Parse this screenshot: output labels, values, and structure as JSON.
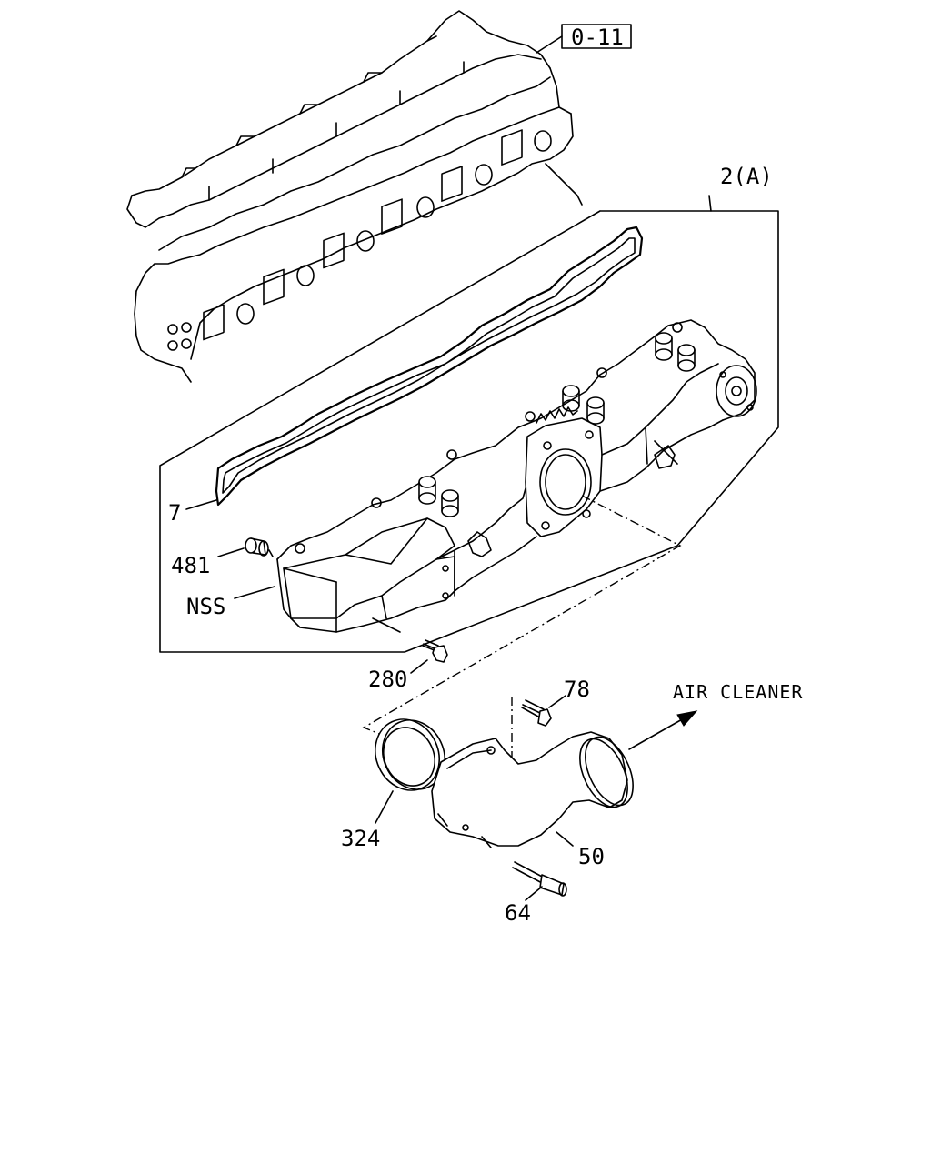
{
  "diagram": {
    "reference_box": "0-11",
    "labels": {
      "assembly": "2(A)",
      "gasket": "7",
      "plug": "481",
      "not_serviced": "NSS",
      "bolt_280": "280",
      "bolt_78": "78",
      "ring": "324",
      "duct": "50",
      "stud": "64",
      "direction": "AIR CLEANER"
    },
    "icons": {
      "direction_arrow": "arrow-icon"
    }
  }
}
